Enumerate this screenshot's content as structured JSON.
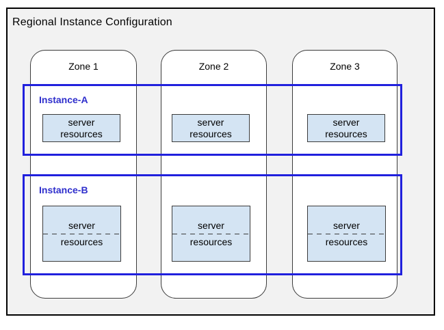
{
  "title": "Regional Instance Configuration",
  "colors": {
    "region_bg": "#f2f2f2",
    "region_border": "#000000",
    "zone_bg": "#ffffff",
    "zone_border": "#3a3a3a",
    "instance_border": "#2020dd",
    "instance_label": "#2e2ecc",
    "server_box_bg": "#d4e4f3",
    "server_box_border": "#3a3a3a"
  },
  "zones": [
    {
      "label": "Zone 1"
    },
    {
      "label": "Zone 2"
    },
    {
      "label": "Zone 3"
    }
  ],
  "instances": [
    {
      "label": "Instance-A"
    },
    {
      "label": "Instance-B"
    }
  ],
  "server_box": {
    "line1": "server",
    "line2": "resources"
  }
}
